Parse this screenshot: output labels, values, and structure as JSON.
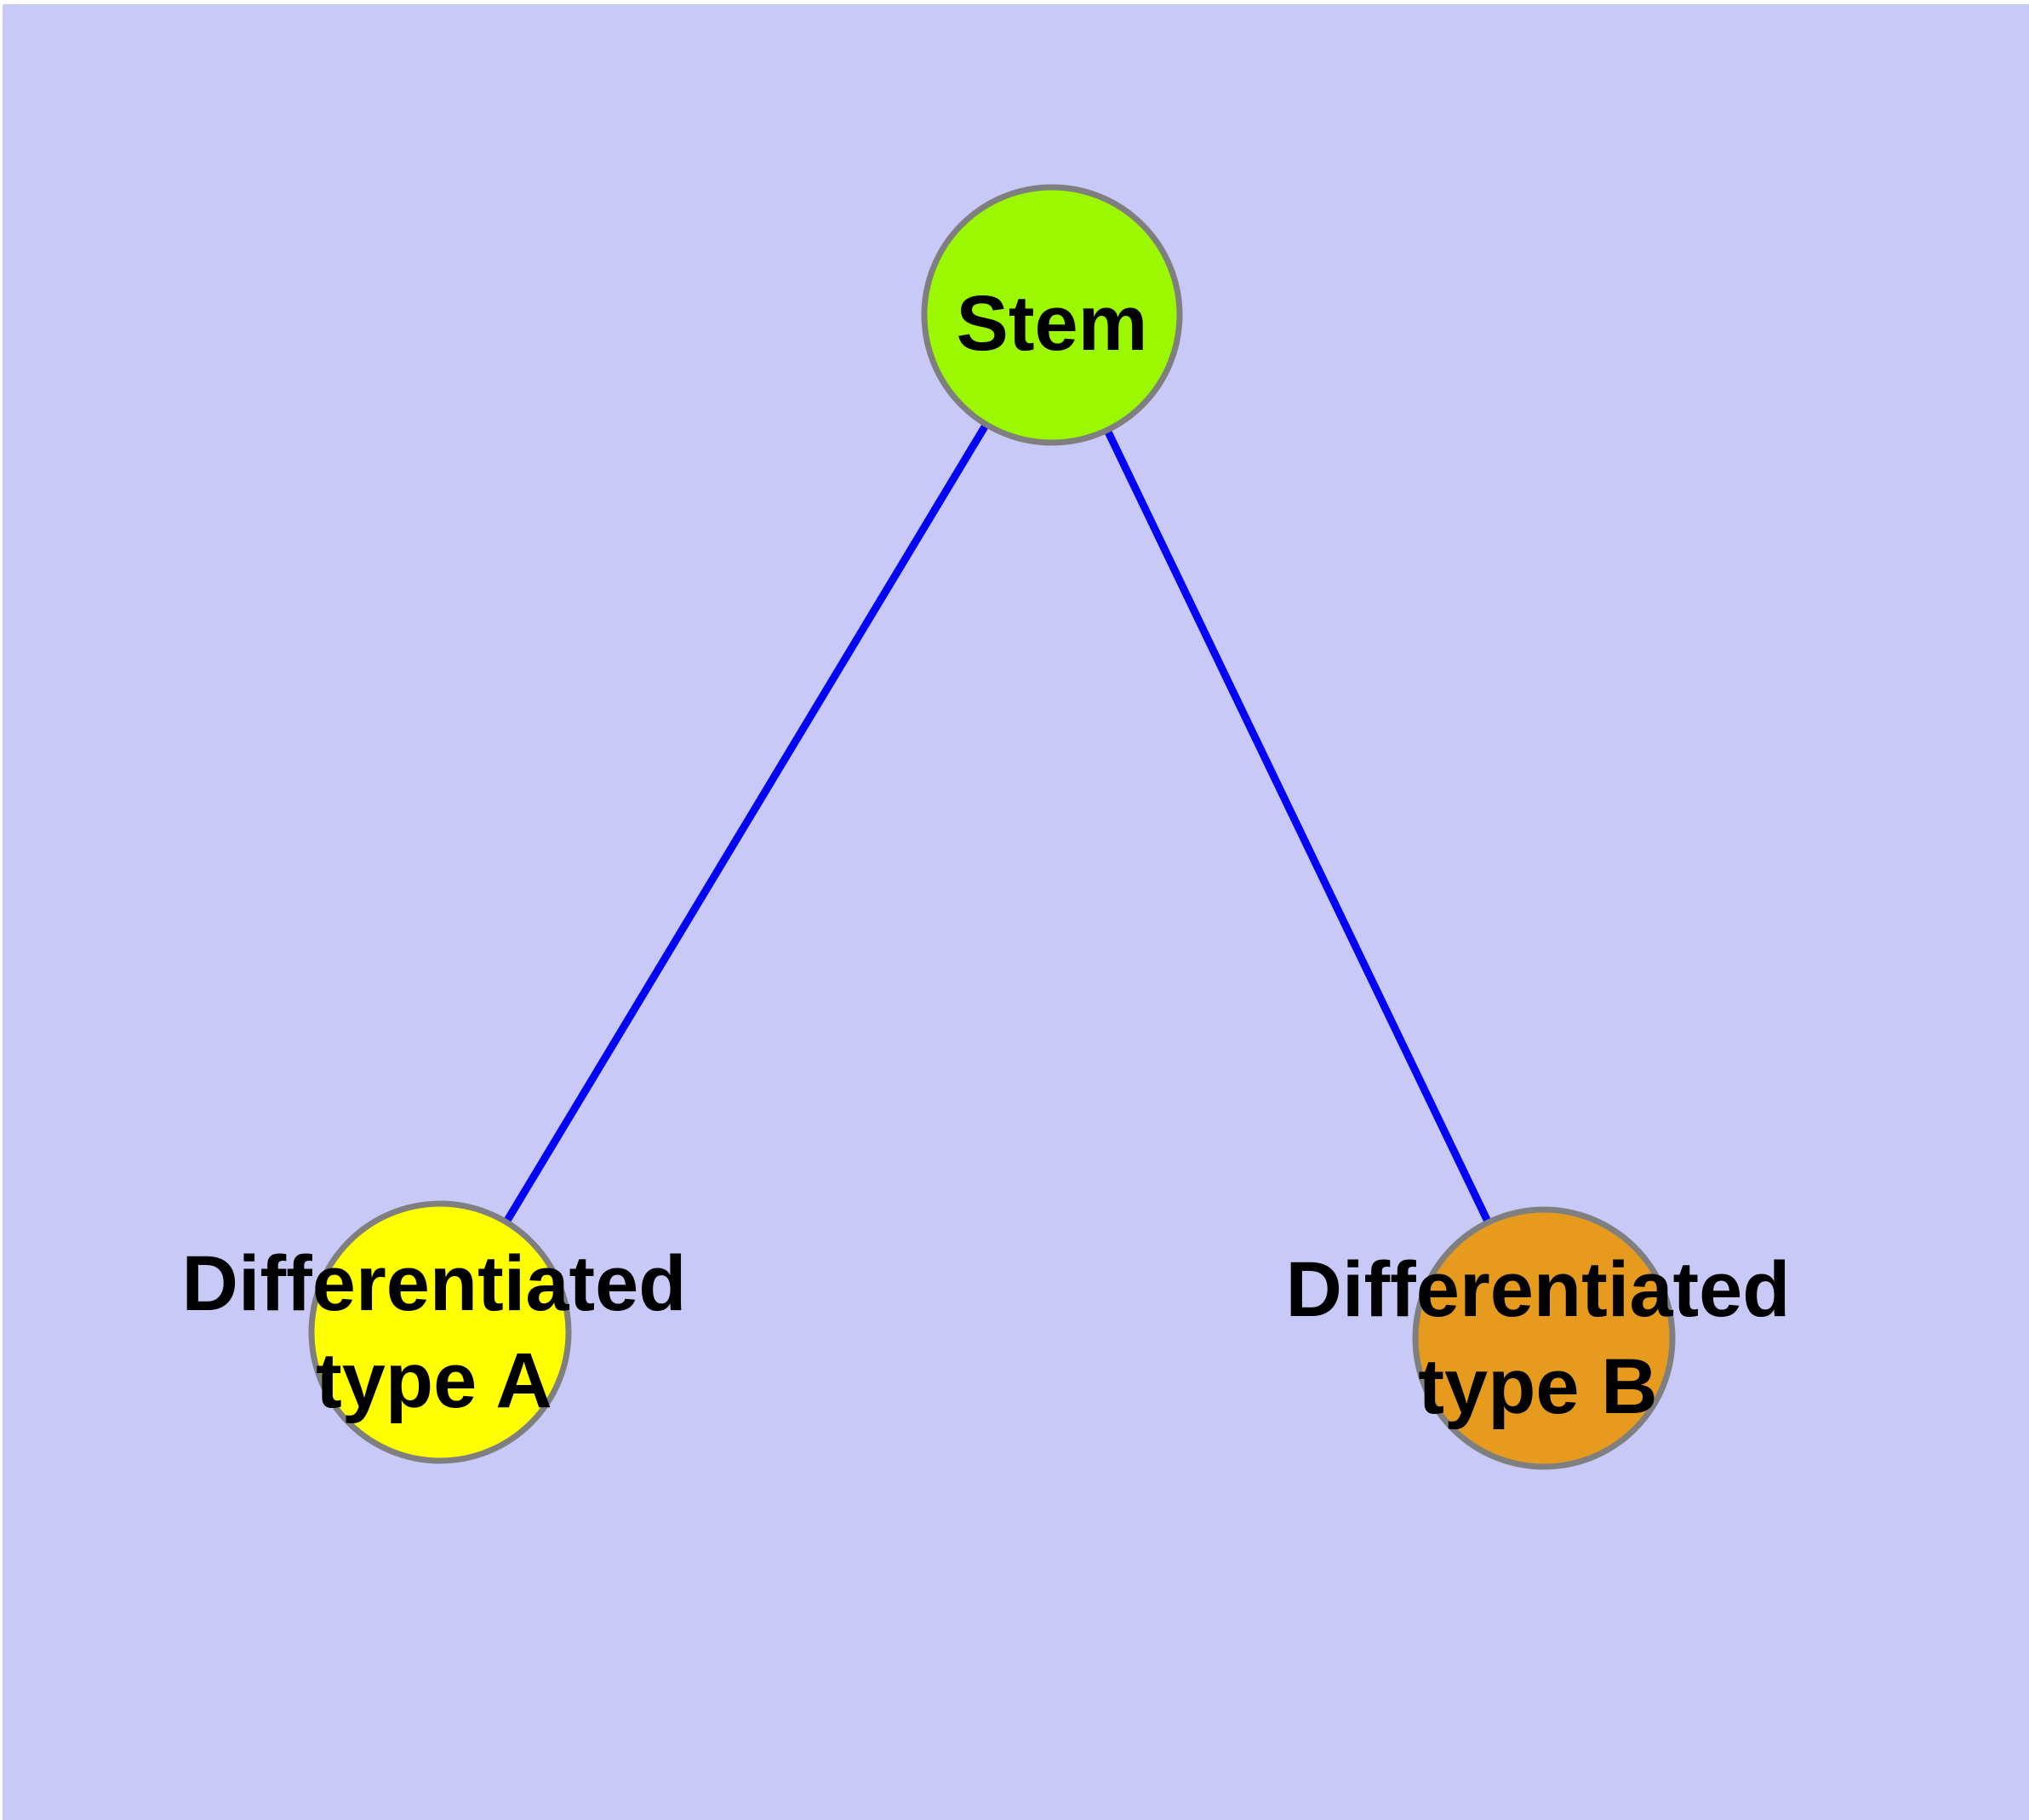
{
  "canvas": {
    "frame_color": "#FFFFFF",
    "background_color": "#C9C9F8"
  },
  "colors": {
    "edge": "#0404F4",
    "node_border": "#7F7F7F",
    "label_text": "#000000"
  },
  "diagram": {
    "type": "node-link-graph",
    "nodes": [
      {
        "id": "stem",
        "label": "Stem",
        "line1": "Stem",
        "line2": "",
        "fill": "#9BF800"
      },
      {
        "id": "differentiated-type-a",
        "label": "Differentiated type A",
        "line1": "Differentiated",
        "line2": "type A",
        "fill": "#FFFF00"
      },
      {
        "id": "differentiated-type-b",
        "label": "Differentiated type B",
        "line1": "Differentiated",
        "line2": "type B",
        "fill": "#E69B1E"
      }
    ],
    "edges": [
      {
        "from": "Stem",
        "to": "Differentiated type A"
      },
      {
        "from": "Stem",
        "to": "Differentiated type B"
      }
    ]
  }
}
